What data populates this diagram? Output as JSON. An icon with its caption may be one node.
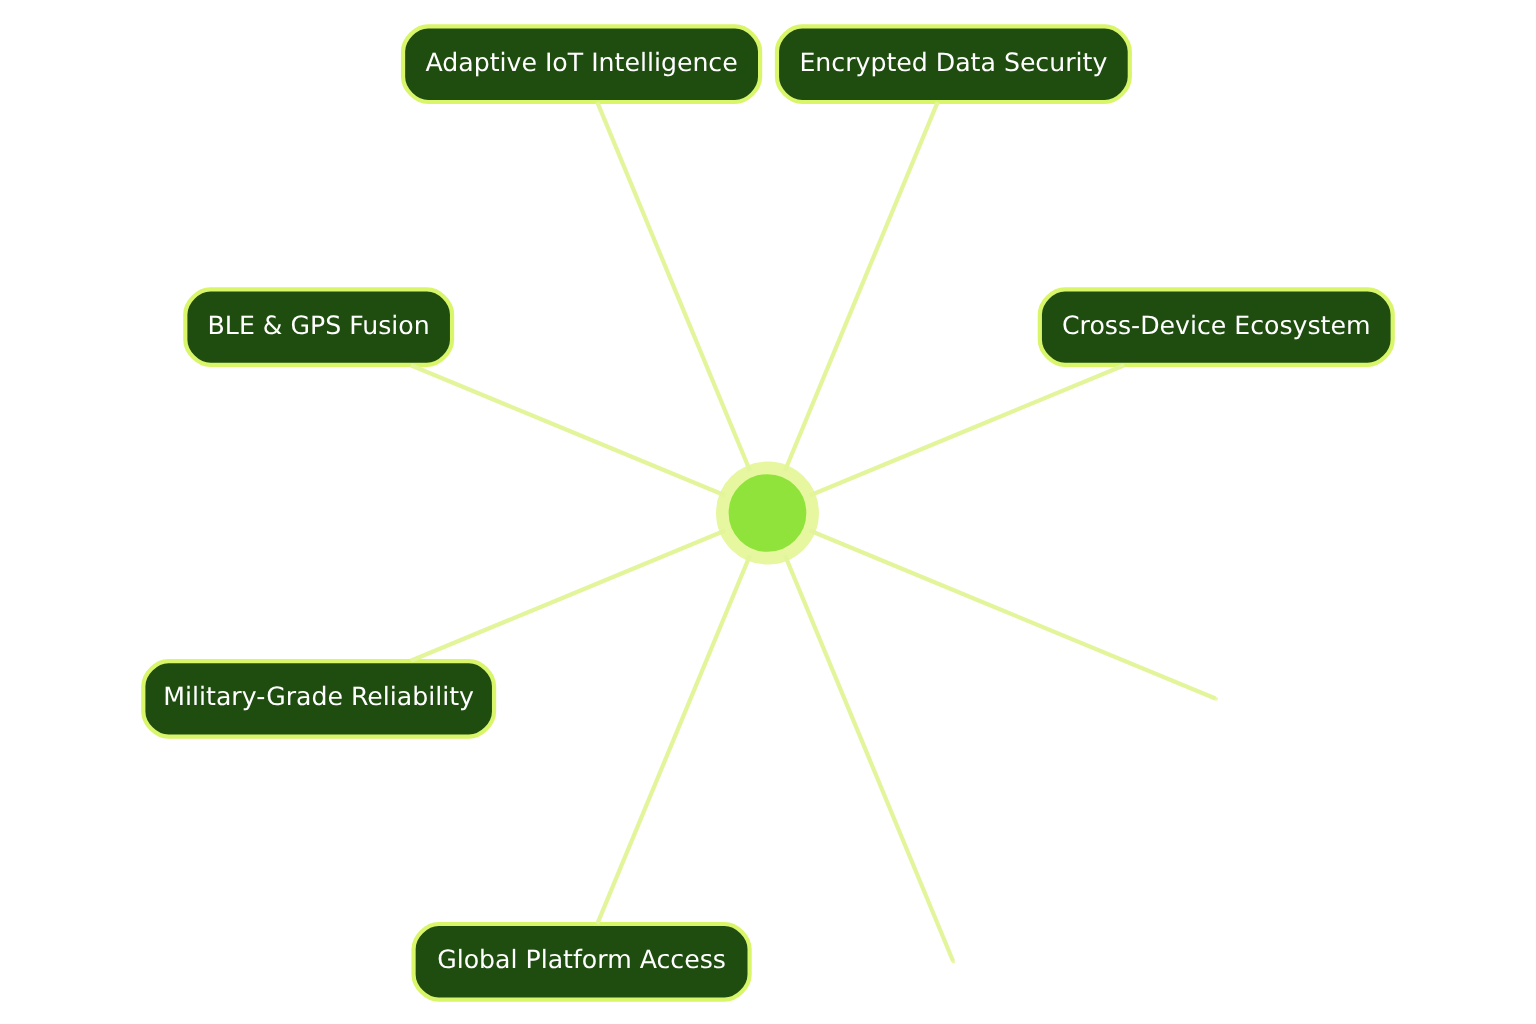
{
  "diagram": {
    "nodes": [
      {
        "text": [],
        "shape": "circle"
      },
      {
        "text": [
          "Cross-Device Ecosystem"
        ]
      },
      {
        "text": [
          "Encrypted Data Security"
        ]
      },
      {
        "text": [
          "Adaptive IoT Intelligence"
        ]
      },
      {
        "text": [
          "BLE & GPS Fusion"
        ]
      },
      {
        "text": [
          "Military-Grade Reliability"
        ]
      },
      {
        "text": [
          "Global Platform Access"
        ]
      }
    ],
    "edges": [
      {
        "from": 0,
        "to": 1,
        "arrow": "none"
      },
      {
        "from": 0,
        "to": null,
        "arrow": "none"
      },
      {
        "from": 0,
        "to": 2,
        "arrow": "none"
      },
      {
        "from": 0,
        "to": 4,
        "arrow": "none"
      },
      {
        "from": 0,
        "to": 6,
        "arrow": "none"
      },
      {
        "from": 0,
        "to": null,
        "arrow": "none"
      },
      {
        "from": 0,
        "to": 5,
        "arrow": "none"
      },
      {
        "from": 0,
        "to": 3,
        "arrow": "none"
      }
    ]
  }
}
